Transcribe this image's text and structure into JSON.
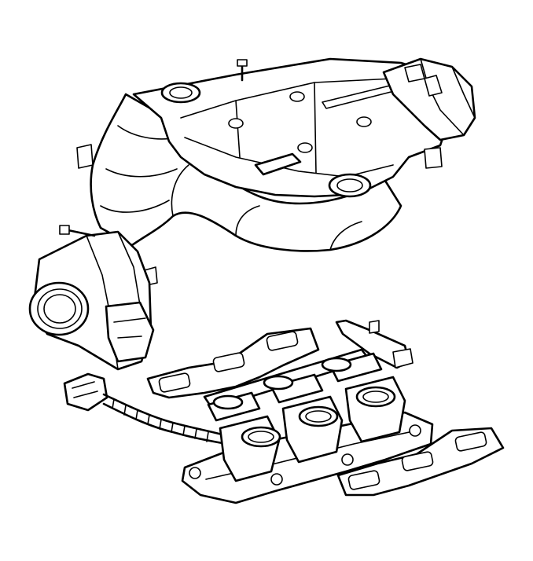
{
  "figure": {
    "kind": "line-art illustration",
    "colors": {
      "line": "#000000",
      "background": "#ffffff"
    },
    "parts": [
      "upper-intake-manifold",
      "throttle-body",
      "wiring-harness",
      "wiring-harness-connector",
      "lower-intake-manifold",
      "fuel-rail",
      "lower-manifold-gasket-left",
      "lower-manifold-gasket-right"
    ]
  }
}
